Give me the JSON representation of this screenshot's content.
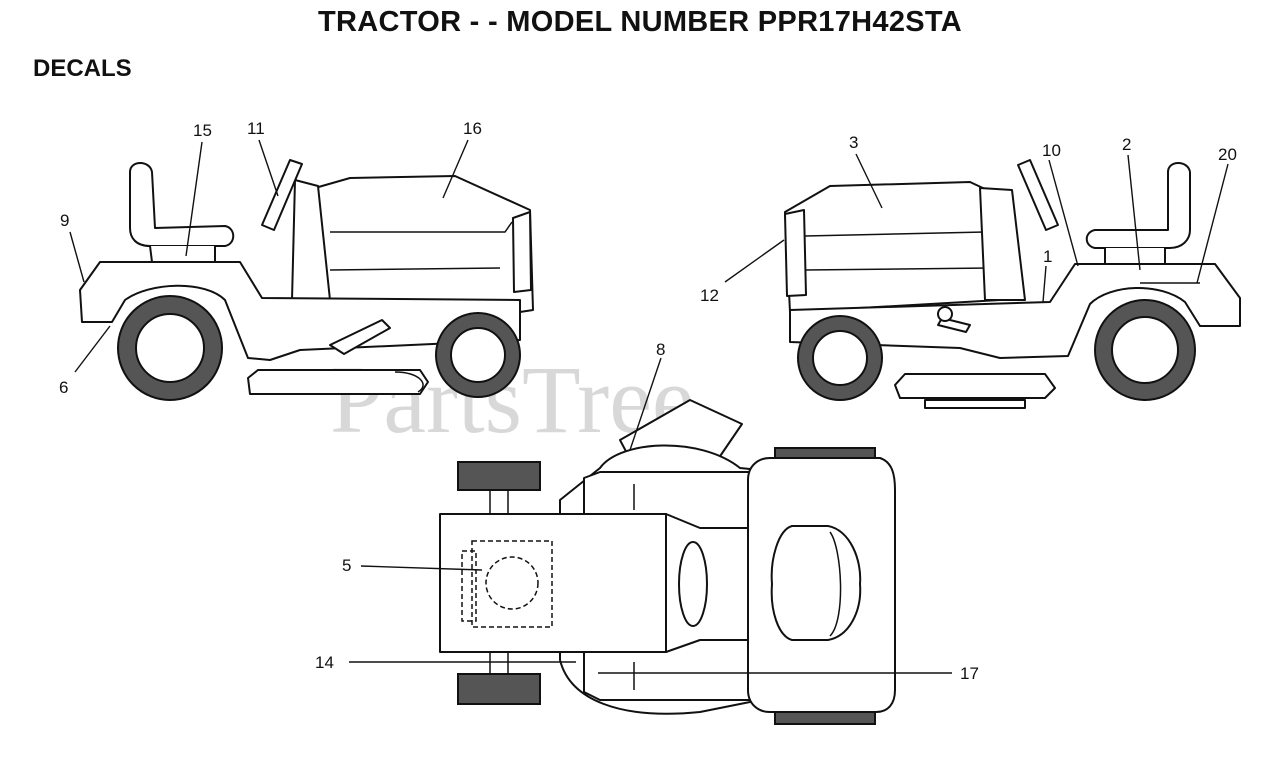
{
  "title": "TRACTOR - - MODEL NUMBER PPR17H42STA",
  "section": "DECALS",
  "watermark": "PartsTree",
  "callouts": {
    "c1": "1",
    "c2": "2",
    "c3": "3",
    "c5": "5",
    "c6": "6",
    "c8": "8",
    "c9": "9",
    "c10": "10",
    "c11": "11",
    "c12": "12",
    "c14": "14",
    "c15": "15",
    "c16": "16",
    "c17": "17",
    "c20": "20"
  },
  "colors": {
    "line": "#111111",
    "tread": "#555555",
    "watermark": "#d2d2d2"
  }
}
